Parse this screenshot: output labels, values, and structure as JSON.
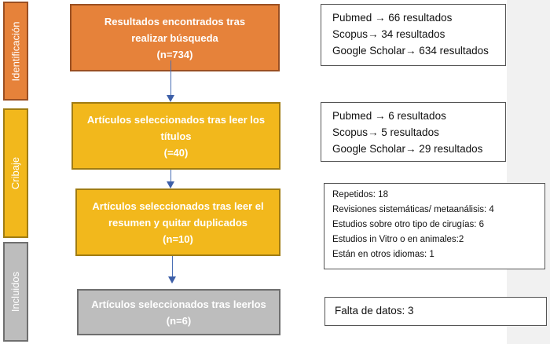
{
  "phases": [
    "Identificación",
    "Cribaje",
    "Incluidos"
  ],
  "flow": [
    {
      "lines": [
        "Resultados encontrados tras",
        "realizar búsqueda",
        "(n=734)"
      ]
    },
    {
      "lines": [
        "Artículos seleccionados tras leer los",
        "títulos",
        "(=40)"
      ]
    },
    {
      "lines": [
        "Artículos seleccionados tras leer el",
        "resumen y quitar duplicados",
        "(n=10)"
      ]
    },
    {
      "lines": [
        "Artículos seleccionados tras leerlos",
        "(n=6)"
      ]
    }
  ],
  "notes": [
    {
      "lines": [
        "Pubmed → 66 resultados",
        "Scopus→ 34 resultados",
        "Google Scholar→ 634 resultados"
      ]
    },
    {
      "lines": [
        "Pubmed → 6 resultados",
        "Scopus→ 5 resultados",
        "Google Scholar→ 29 resultados"
      ]
    },
    {
      "lines": [
        "Repetidos: 18",
        "Revisiones sistemáticas/ metaanálisis: 4",
        "Estudios sobre otro tipo de cirugías: 6",
        "Estudios in Vitro o en animales:2",
        "Están en otros idiomas: 1"
      ]
    },
    {
      "lines": [
        "Falta de datos: 3"
      ]
    }
  ],
  "colors": {
    "identification": "#e6823a",
    "screening": "#f2b81c",
    "included": "#bdbdbd",
    "arrow": "#4a6fb5"
  }
}
